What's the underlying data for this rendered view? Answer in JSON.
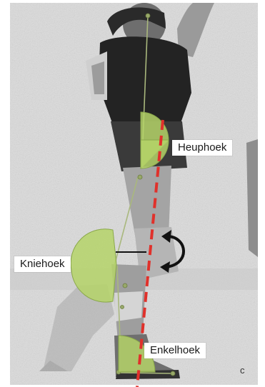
{
  "labels": {
    "hip": "Heuphoek",
    "knee": "Kniehoek",
    "ankle": "Enkelhoek"
  },
  "colors": {
    "angle_fill": "#b5d468",
    "angle_edge": "#8aa84a",
    "reference_line": "#e0312b",
    "segment_line": "#a9b87d",
    "arrow": "#111111",
    "background": "#ffffff"
  },
  "icons": {
    "rotation_arrow": "curved-arrow-icon"
  }
}
